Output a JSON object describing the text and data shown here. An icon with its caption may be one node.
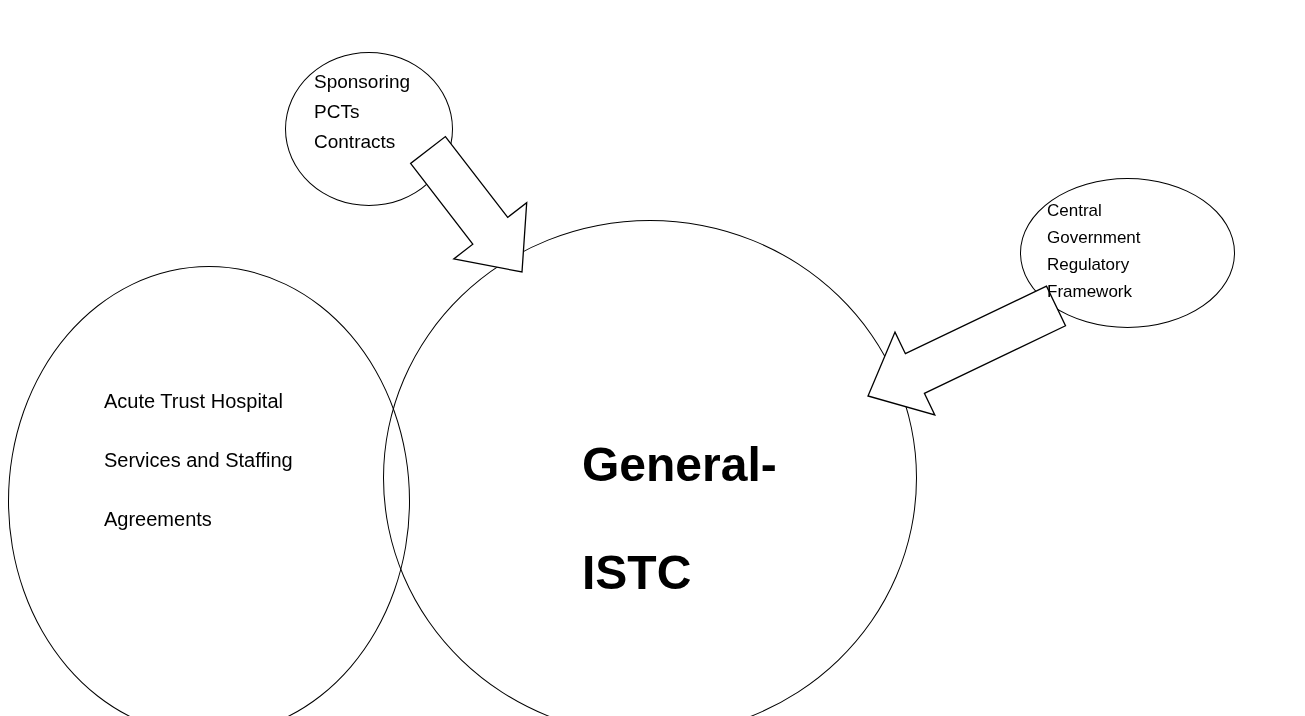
{
  "diagram": {
    "nodes": [
      {
        "text": [
          "Sponsoring PCTs Contracts"
        ]
      },
      {
        "text": [
          "Central Government Regulatory Framework"
        ]
      },
      {
        "text": [
          "Acute Trust Hospital Services and Staffing Agreements"
        ]
      },
      {
        "text": [
          "General- ISTC"
        ]
      }
    ],
    "edges": [
      {
        "from": 0,
        "to": 3,
        "arrow": "to"
      },
      {
        "from": 1,
        "to": 3,
        "arrow": "to"
      }
    ]
  }
}
